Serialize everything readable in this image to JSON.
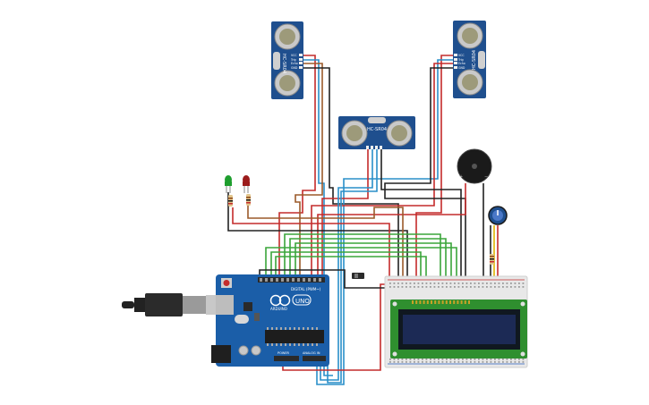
{
  "sensors": {
    "model_label": "HC-SR04",
    "pins": [
      "VCC",
      "Trig",
      "Echo",
      "GND"
    ]
  },
  "arduino": {
    "brand_label": "ARDUINO",
    "model_label": "UNO",
    "digital_label": "DIGITAL (PWM~)",
    "power_label": "POWER",
    "analog_label": "ANALOG IN"
  },
  "leds": [
    {
      "color_name": "green",
      "color": "#1e9e2e"
    },
    {
      "color_name": "red",
      "color": "#9b1c1c"
    }
  ],
  "colors": {
    "board_blue": "#1b5ea8",
    "sensor_blue": "#1f4f8e",
    "wire_red": "#c42b2b",
    "wire_black": "#222222",
    "wire_green": "#3aa53a",
    "wire_blue": "#2a8fc9",
    "wire_brown": "#9b5a2a",
    "wire_yellow": "#e0b400",
    "lcd_green": "#2f8f2f",
    "lcd_screen": "#1c2a55"
  }
}
